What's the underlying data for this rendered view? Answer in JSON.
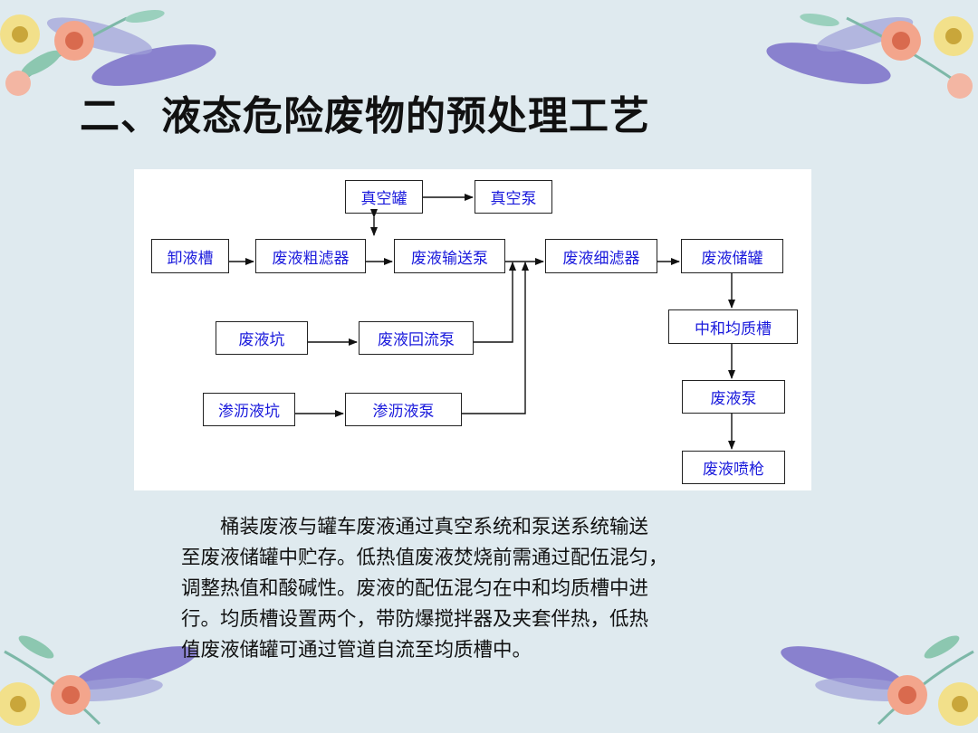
{
  "slide": {
    "title": "二、液态危险废物的预处理工艺",
    "paragraph_lines": [
      "桶装废液与罐车废液通过真空系统和泵送系统输送",
      "至废液储罐中贮存。低热值废液焚烧前需通过配伍混匀，",
      "调整热值和酸碱性。废液的配伍混匀在中和均质槽中进",
      "行。均质槽设置两个，带防爆搅拌器及夹套伴热，低热",
      "值废液储罐可通过管道自流至均质槽中。"
    ]
  },
  "diagram": {
    "nodes": {
      "vacuum_tank": "真空罐",
      "vacuum_pump": "真空泵",
      "unloading_tank": "卸液槽",
      "coarse_filter": "废液粗滤器",
      "transfer_pump": "废液输送泵",
      "fine_filter": "废液细滤器",
      "storage_tank": "废液储罐",
      "waste_pit": "废液坑",
      "return_pump": "废液回流泵",
      "neutral_tank": "中和均质槽",
      "leachate_pit": "渗沥液坑",
      "leachate_pump": "渗沥液泵",
      "waste_pump": "废液泵",
      "spray_gun": "废液喷枪"
    },
    "line_color": "#111111",
    "node_text_color": "#1a1adc"
  }
}
